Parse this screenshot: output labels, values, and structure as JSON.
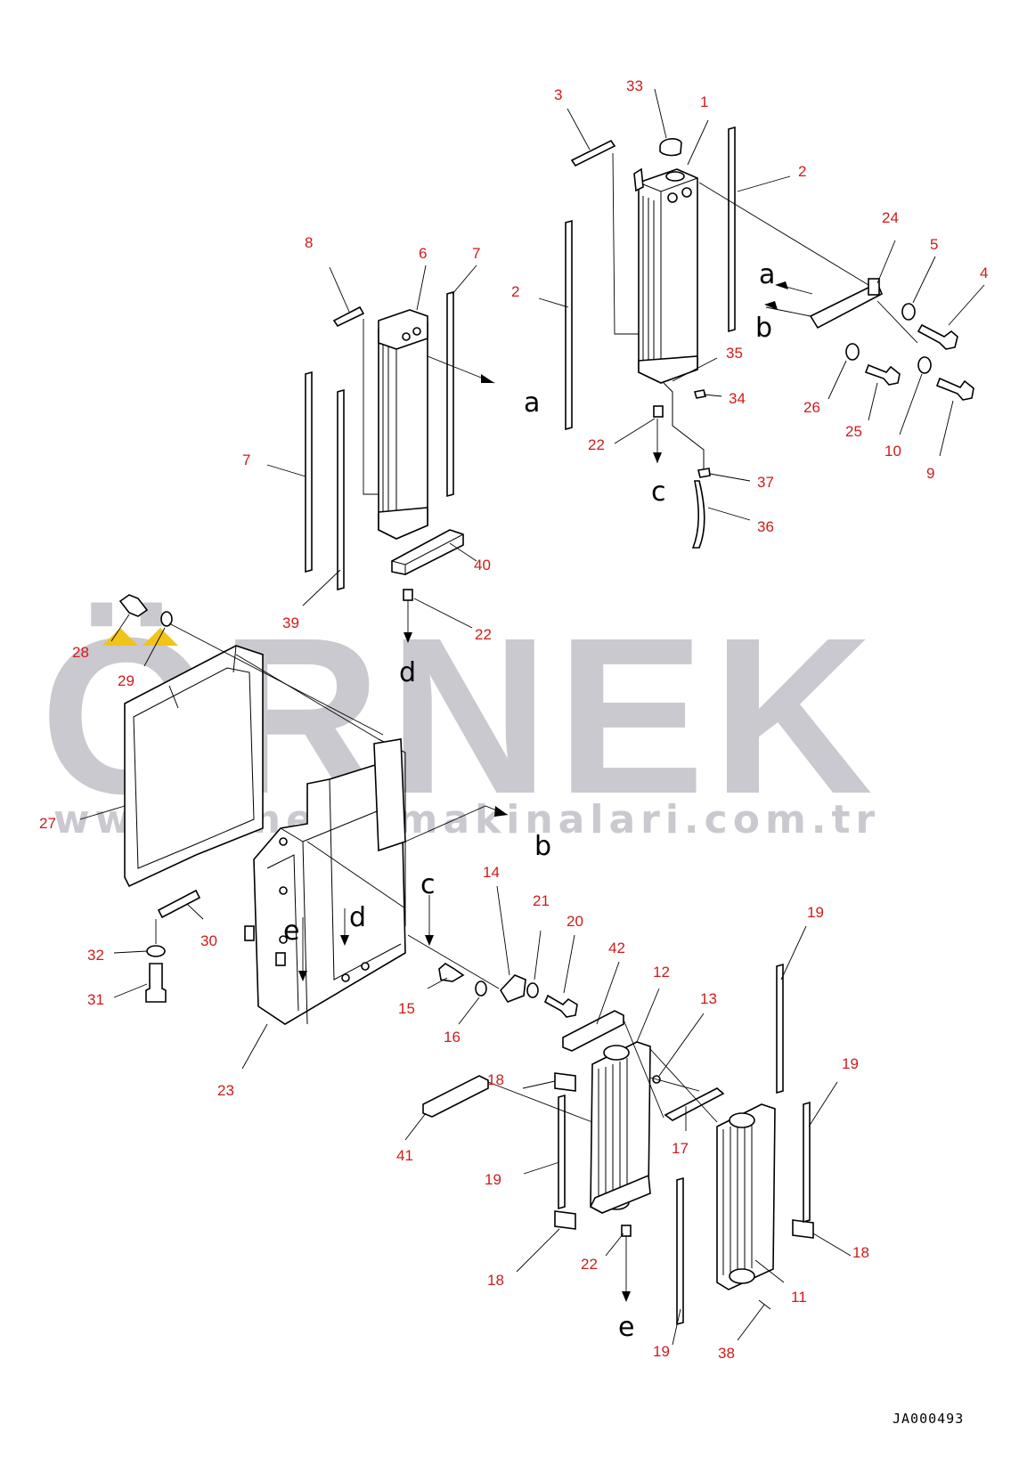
{
  "watermark": {
    "brand": "ÖRNEK",
    "url": "www.ornekismakinalari.com.tr",
    "color": "#c9c9cf",
    "accent_color": "#f0c419"
  },
  "drawing_code": "JA000493",
  "label_color": "#d11a1a",
  "callouts": [
    "1",
    "2",
    "2",
    "3",
    "4",
    "5",
    "6",
    "7",
    "7",
    "8",
    "9",
    "10",
    "11",
    "12",
    "13",
    "14",
    "15",
    "16",
    "17",
    "18",
    "18",
    "18",
    "19",
    "19",
    "19",
    "19",
    "20",
    "21",
    "22",
    "22",
    "22",
    "23",
    "24",
    "25",
    "26",
    "27",
    "28",
    "29",
    "30",
    "31",
    "32",
    "33",
    "34",
    "35",
    "36",
    "37",
    "38",
    "39",
    "40",
    "41",
    "42"
  ],
  "connectors": [
    "a",
    "a",
    "b",
    "b",
    "c",
    "c",
    "d",
    "d",
    "e",
    "e"
  ]
}
